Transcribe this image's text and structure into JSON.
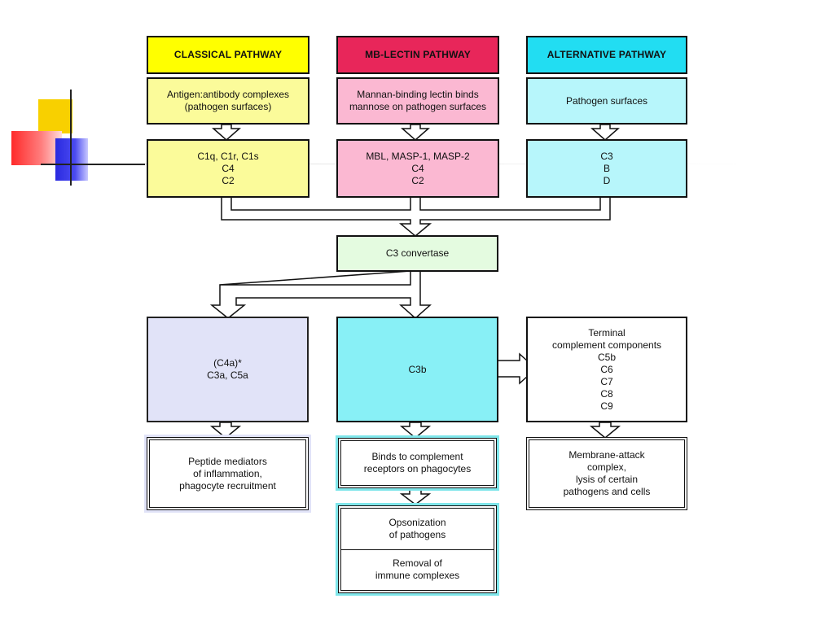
{
  "pathways": {
    "classical": {
      "header": "CLASSICAL PATHWAY",
      "trigger": [
        "Antigen:antibody complexes",
        "(pathogen surfaces)"
      ],
      "components": [
        "C1q, C1r, C1s",
        "C4",
        "C2"
      ]
    },
    "lectin": {
      "header": "MB-LECTIN PATHWAY",
      "trigger": [
        "Mannan-binding lectin binds",
        "mannose on pathogen surfaces"
      ],
      "components": [
        "MBL, MASP-1, MASP-2",
        "C4",
        "C2"
      ]
    },
    "alternative": {
      "header": "ALTERNATIVE PATHWAY",
      "trigger": [
        "Pathogen surfaces"
      ],
      "components": [
        "C3",
        "B",
        "D"
      ]
    }
  },
  "convertase": "C3 convertase",
  "effectors": {
    "anaphylatoxins": [
      "(C4a)*",
      "C3a, C5a"
    ],
    "c3b": "C3b",
    "terminal": [
      "Terminal",
      "complement components",
      "C5b",
      "C6",
      "C7",
      "C8",
      "C9"
    ]
  },
  "outcomes": {
    "inflammation": [
      "Peptide mediators",
      "of inflammation,",
      "phagocyte recruitment"
    ],
    "receptors": [
      "Binds to complement",
      "receptors on phagocytes"
    ],
    "opsonization": [
      "Opsonization",
      "of pathogens"
    ],
    "removal": [
      "Removal of",
      "immune complexes"
    ],
    "mac": [
      "Membrane-attack",
      "complex,",
      "lysis of certain",
      "pathogens and cells"
    ]
  },
  "colors": {
    "classical": "#ffff00",
    "classical_light": "#fbfb9a",
    "lectin": "#e8265a",
    "lectin_light": "#fbb8d2",
    "alternative": "#22ddf2",
    "alternative_light": "#b7f6fb",
    "convertase": "#e4fbe0",
    "anaphylatoxins": "#e1e3f8",
    "c3b": "#88f0f6"
  }
}
